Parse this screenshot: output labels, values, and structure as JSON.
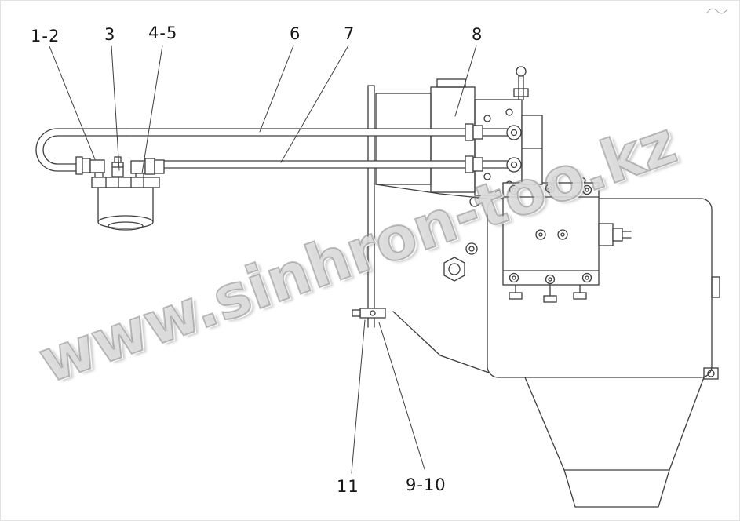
{
  "figure": {
    "watermark": "www.sinhron-too.kz",
    "callouts": [
      {
        "label": "1-2"
      },
      {
        "label": "3"
      },
      {
        "label": "4-5"
      },
      {
        "label": "6"
      },
      {
        "label": "7"
      },
      {
        "label": "8"
      },
      {
        "label": "11"
      },
      {
        "label": "9-10"
      }
    ]
  }
}
